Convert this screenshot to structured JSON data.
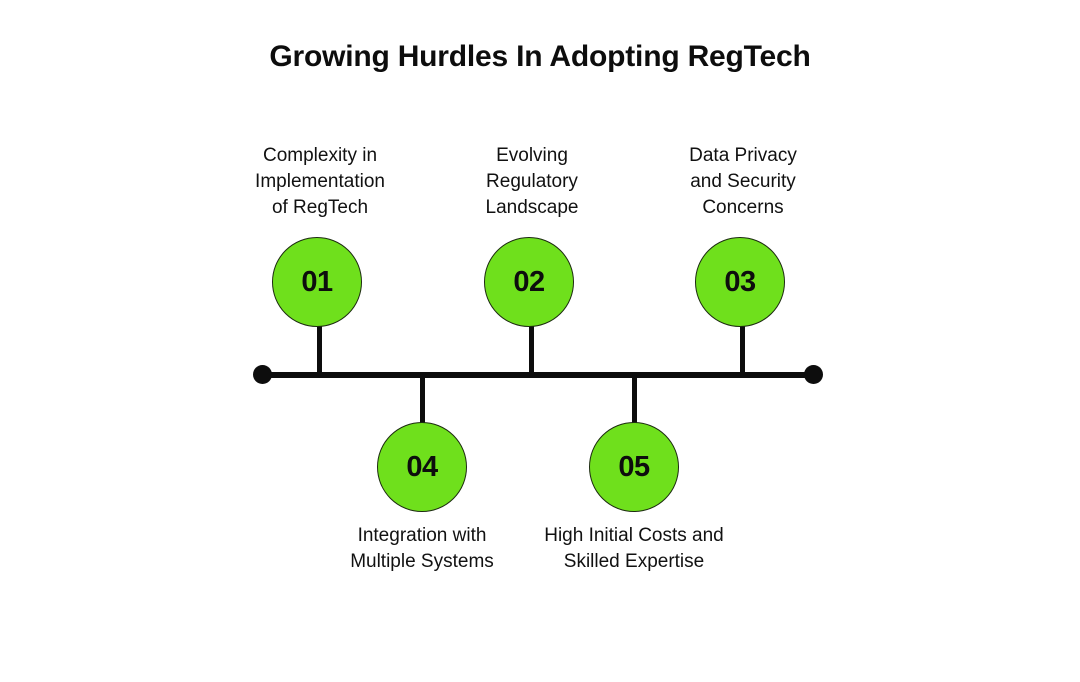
{
  "page": {
    "title": "Growing Hurdles In Adopting RegTech",
    "background_color": "#ffffff",
    "accent_color": "#6fe01c",
    "line_color": "#0d0d0d",
    "text_color": "#111111"
  },
  "chart_data": {
    "type": "timeline",
    "title": "Growing Hurdles In Adopting RegTech",
    "orientation": "horizontal",
    "node_count": 5,
    "nodes": [
      {
        "number": "01",
        "label": "Complexity in\nImplementation\nof RegTech",
        "position": "above"
      },
      {
        "number": "02",
        "label": "Evolving\nRegulatory\nLandscape",
        "position": "above"
      },
      {
        "number": "03",
        "label": "Data Privacy\nand Security\nConcerns",
        "position": "above"
      },
      {
        "number": "04",
        "label": "Integration with\nMultiple Systems",
        "position": "below"
      },
      {
        "number": "05",
        "label": "High Initial Costs and\nSkilled Expertise",
        "position": "below"
      }
    ],
    "axis": {
      "endpoint_markers": "filled-circles",
      "grid": false,
      "legend": false
    }
  }
}
